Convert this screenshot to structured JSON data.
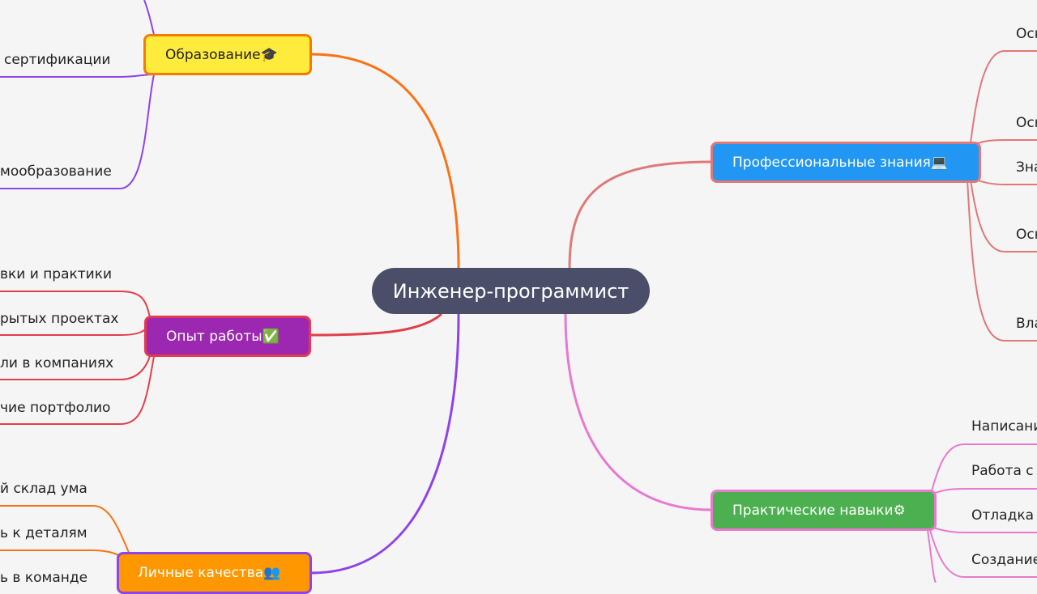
{
  "central": {
    "label": "Инженер-программист",
    "color": "#4a4e69"
  },
  "branches": {
    "education": {
      "label": "Образование🎓",
      "fill": "#ffeb3b",
      "stroke": "#f57c00",
      "text_color": "#222222",
      "line_color": "#f97316",
      "leaf_line_color": "#8e44e8",
      "leaves": [
        "сертификации",
        "мообразование"
      ]
    },
    "experience": {
      "label": "Опыт работы✅",
      "fill": "#9c27b0",
      "stroke": "#e53950",
      "text_color": "#ffffff",
      "line_color": "#e0404a",
      "leaf_line_color": "#e0404a",
      "leaves": [
        "вки и практики",
        "рытых проектах",
        "ли в компаниях",
        "чие портфолио"
      ]
    },
    "personal": {
      "label": "Личные качества👥",
      "fill": "#ff9800",
      "stroke": "#8e44e8",
      "text_color": "#ffffff",
      "line_color": "#8e44e8",
      "leaf_line_color": "#f97316",
      "leaves": [
        "й склад ума",
        "ь к деталям",
        "ь в команде"
      ]
    },
    "professional": {
      "label": "Профессиональные знания💻",
      "fill": "#2196f3",
      "stroke": "#e07878",
      "text_color": "#ffffff",
      "line_color": "#e07878",
      "leaf_line_color": "#e07878",
      "leaves": [
        "Осн",
        "Осн",
        "Зна",
        "Осн",
        "Вла"
      ]
    },
    "practical": {
      "label": "Практические навыки⚙",
      "fill": "#4caf50",
      "stroke": "#e879d0",
      "text_color": "#ffffff",
      "line_color": "#e879d0",
      "leaf_line_color": "#e879d0",
      "leaves": [
        "Написани",
        "Работа с с",
        "Отладка и",
        "Создание"
      ]
    }
  }
}
